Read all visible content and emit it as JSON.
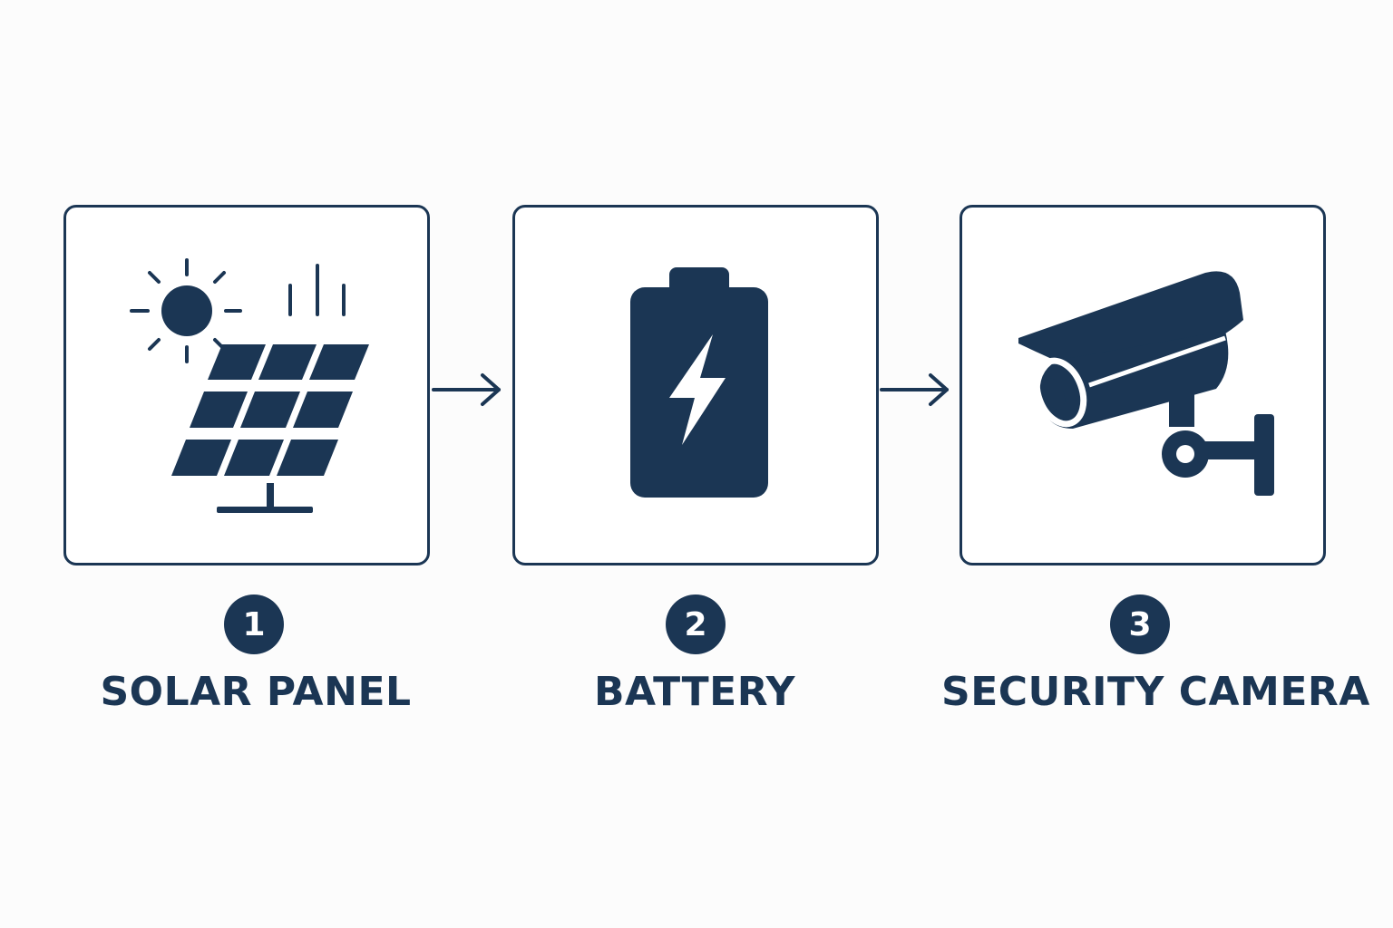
{
  "colors": {
    "primary": "#1b3654",
    "background": "#fcfcfc"
  },
  "steps": [
    {
      "number": "1",
      "label": "SOLAR PANEL",
      "icon": "solar-panel-icon"
    },
    {
      "number": "2",
      "label": "BATTERY",
      "icon": "battery-icon"
    },
    {
      "number": "3",
      "label": "SECURITY CAMERA",
      "icon": "security-camera-icon"
    }
  ]
}
